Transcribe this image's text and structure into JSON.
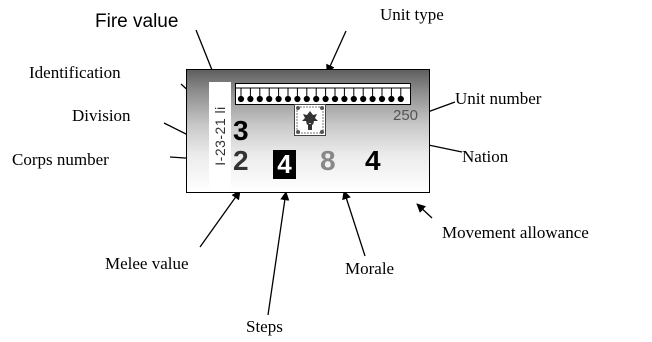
{
  "labels": {
    "fire_value": "Fire value",
    "unit_type": "Unit type",
    "identification": "Identification",
    "unit_number": "Unit number",
    "division": "Division",
    "corps_number": "Corps number",
    "nation": "Nation",
    "movement_allowance": "Movement allowance",
    "melee_value": "Melee value",
    "morale": "Morale",
    "steps": "Steps"
  },
  "counter": {
    "identification": "I-23-21 li",
    "unit_number": "250",
    "fire": "3",
    "melee": "2",
    "steps": "4",
    "morale": "8",
    "movement": "4"
  },
  "colors": {
    "arrow": "#000000",
    "steps_box": "#000000",
    "morale_text": "#888888"
  },
  "icons": {
    "unit_type": "infantry-column-icon",
    "nation": "eagle-crest-icon"
  }
}
